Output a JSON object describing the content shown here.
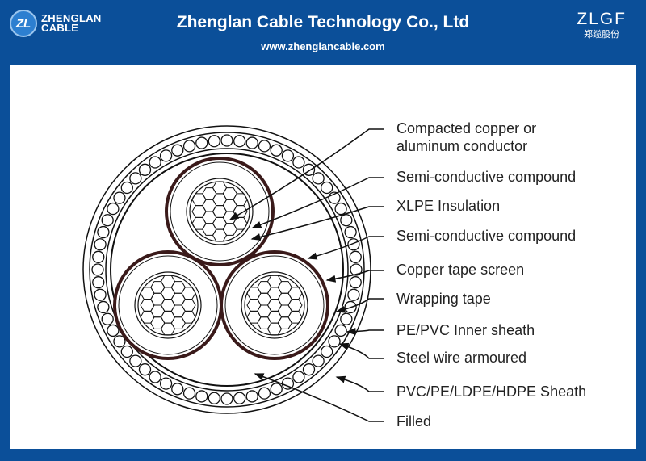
{
  "header": {
    "logo_text_line1": "ZHENGLAN",
    "logo_text_line2": "CABLE",
    "logo_mark": "ZL",
    "title": "Zhenglan Cable Technology Co., Ltd",
    "url": "www.zhenglancable.com",
    "brand": "ZLGF",
    "brand_sub": "郑缆股份"
  },
  "colors": {
    "background": "#0b4f99",
    "panel": "#ffffff",
    "lines": "#111111",
    "screen": "#3a1a1a"
  },
  "labels": [
    "Compacted copper or\naluminum conductor",
    "Semi-conductive compound",
    "XLPE Insulation",
    "Semi-conductive compound",
    "Copper tape  screen",
    "Wrapping tape",
    "PE/PVC Inner sheath",
    "Steel wire armoured",
    "PVC/PE/LDPE/HDPE Sheath",
    "Filled"
  ]
}
